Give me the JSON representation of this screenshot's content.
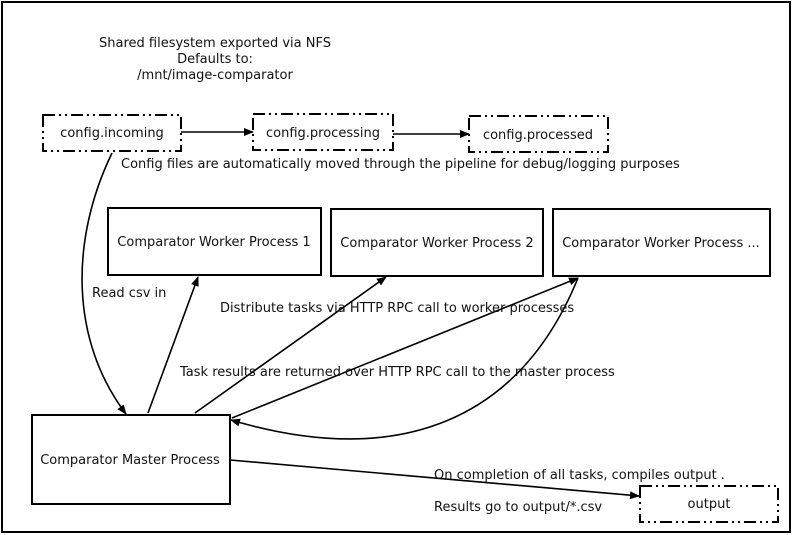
{
  "header": {
    "line1": "Shared filesystem exported via NFS",
    "line2": "Defaults to:",
    "line3": "/mnt/image-comparator"
  },
  "config": {
    "incoming": "config.incoming",
    "processing": "config.processing",
    "processed": "config.processed",
    "pipeline_note": "Config files are automatically moved through the pipeline for debug/logging purposes"
  },
  "workers": {
    "w1": "Comparator Worker Process 1",
    "w2": "Comparator Worker Process 2",
    "w3": "Comparator Worker Process ..."
  },
  "master": "Comparator Master Process",
  "output": "output",
  "labels": {
    "read_csv": "Read csv in",
    "distribute": "Distribute tasks via HTTP RPC call to worker processes",
    "results_returned": "Task results are returned over HTTP RPC call to the master process",
    "completion": "On completion of all tasks, compiles output .",
    "results_go": "Results go to output/*.csv"
  }
}
